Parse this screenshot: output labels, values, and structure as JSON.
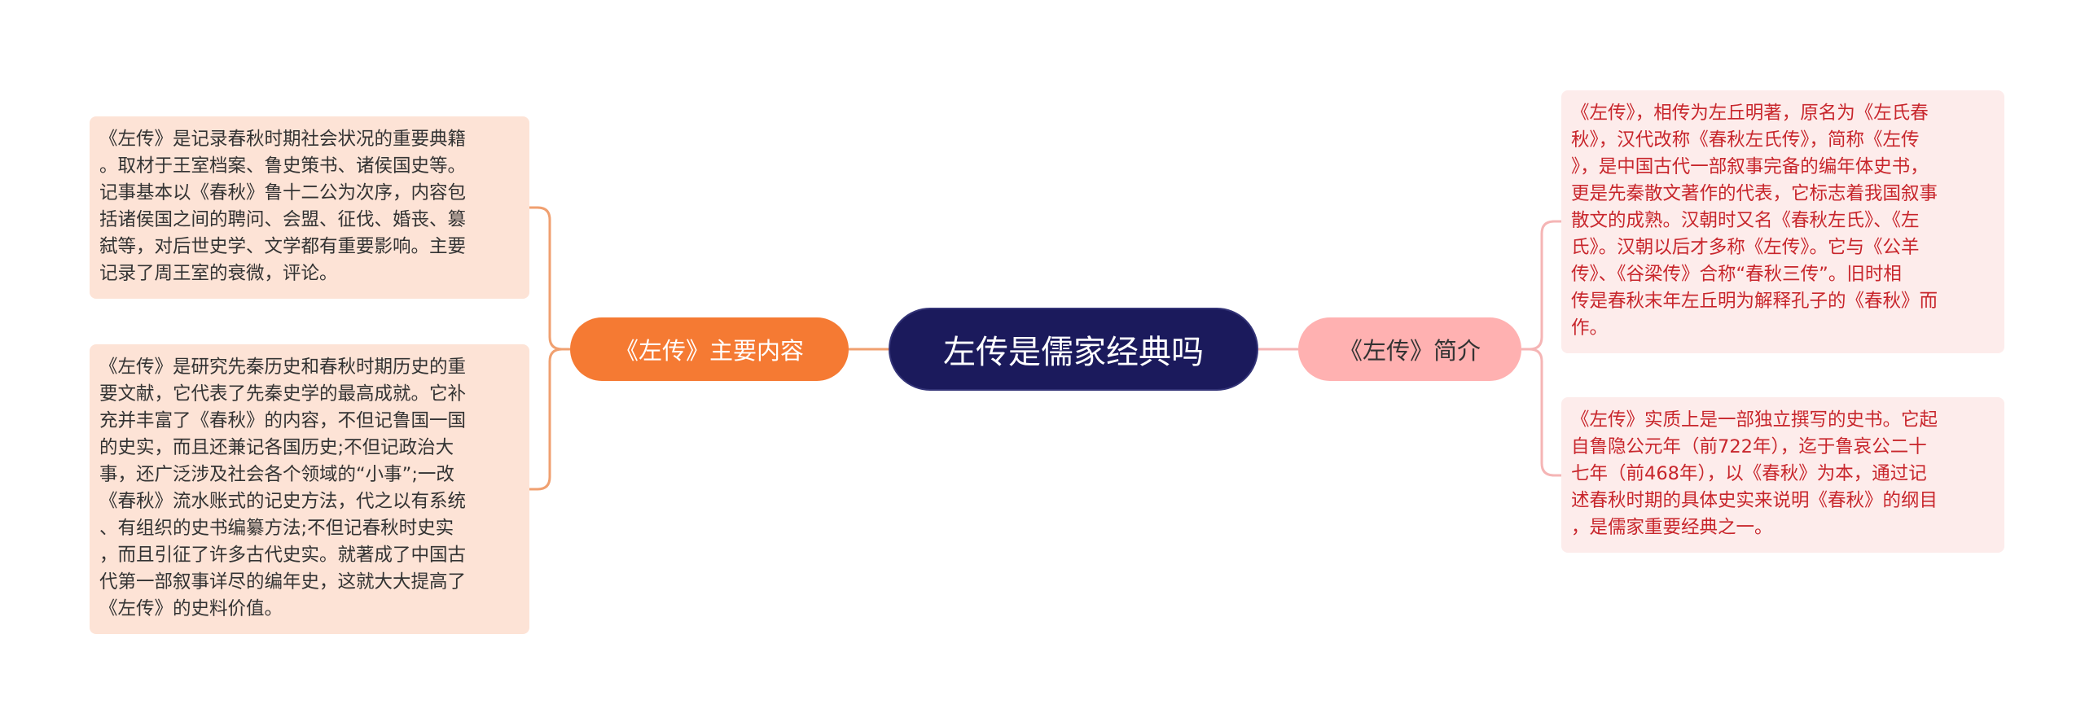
{
  "central": {
    "label": "左传是儒家经典吗"
  },
  "left_branch": {
    "label": "《左传》主要内容",
    "leaves": [
      "《左传》是记录春秋时期社会状况的重要典籍\n。取材于王室档案、鲁史策书、诸侯国史等。\n记事基本以《春秋》鲁十二公为次序，内容包\n括诸侯国之间的聘问、会盟、征伐、婚丧、篡\n弑等，对后世史学、文学都有重要影响。主要\n记录了周王室的衰微，评论。",
      "《左传》是研究先秦历史和春秋时期历史的重\n要文献，它代表了先秦史学的最高成就。它补\n充并丰富了《春秋》的内容，不但记鲁国一国\n的史实，而且还兼记各国历史;不但记政治大\n事，还广泛涉及社会各个领域的“小事”;一改\n《春秋》流水账式的记史方法，代之以有系统\n、有组织的史书编纂方法;不但记春秋时史实\n，而且引征了许多古代史实。就著成了中国古\n代第一部叙事详尽的编年史，这就大大提高了\n《左传》的史料价值。"
    ]
  },
  "right_branch": {
    "label": "《左传》简介",
    "leaves": [
      "《左传》，相传为左丘明著，原名为《左氏春\n秋》，汉代改称《春秋左氏传》，简称《左传\n》，是中国古代一部叙事完备的编年体史书，\n更是先秦散文著作的代表，它标志着我国叙事\n散文的成熟。汉朝时又名《春秋左氏》、《左\n氏》。汉朝以后才多称《左传》。它与《公羊\n传》、《谷梁传》合称“春秋三传”。旧时相\n传是春秋末年左丘明为解释孔子的《春秋》而\n作。",
      "《左传》实质上是一部独立撰写的史书。它起\n自鲁隐公元年（前722年），迄于鲁哀公二十\n七年（前468年），以《春秋》为本，通过记\n述春秋时期的具体史实来说明《春秋》的纲目\n，是儒家重要经典之一。"
    ]
  },
  "colors": {
    "central_fill": "#1b1a5c",
    "left_branch_fill": "#f57a33",
    "right_branch_fill": "#ffb1b1",
    "left_leaf_fill": "#fde3d6",
    "right_leaf_fill": "#fdeceb",
    "right_leaf_text": "#c8262c",
    "left_connector": "#f0a070",
    "right_connector": "#f5b5b5"
  }
}
